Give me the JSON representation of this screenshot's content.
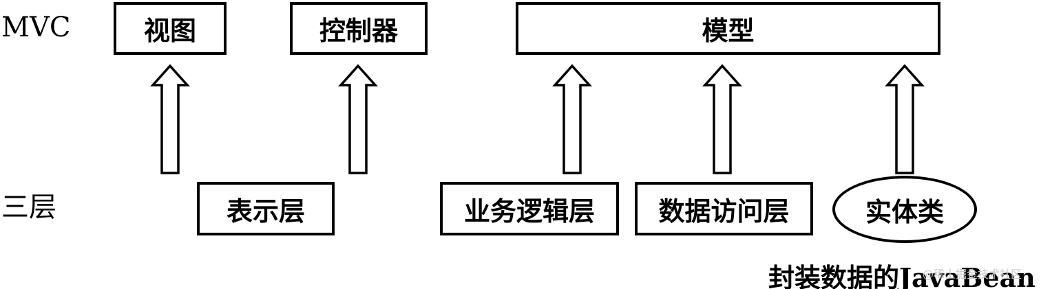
{
  "rows": {
    "mvc_label": "MVC",
    "three_tier_label": "三层"
  },
  "mvc": {
    "view": "视图",
    "controller": "控制器",
    "model": "模型"
  },
  "tiers": {
    "presentation": "表示层",
    "business_logic": "业务逻辑层",
    "data_access": "数据访问层",
    "entity": "实体类"
  },
  "caption": "封装数据的JavaBean",
  "watermark": "@稀土掘金技术社区"
}
